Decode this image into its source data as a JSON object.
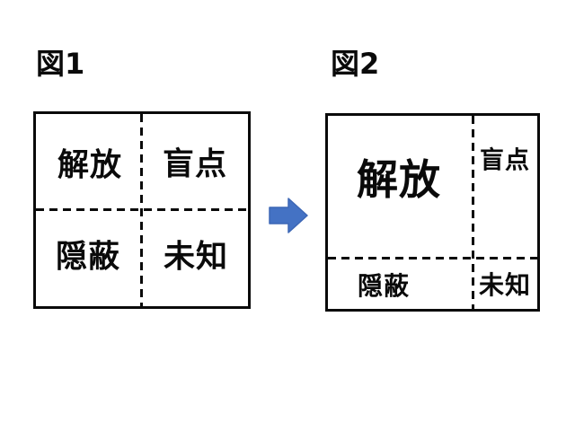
{
  "diagram": {
    "figure1": {
      "title": "図1",
      "quadrants": {
        "open": "解放",
        "blind": "盲点",
        "hidden": "隠蔽",
        "unknown": "未知"
      }
    },
    "figure2": {
      "title": "図2",
      "quadrants": {
        "open": "解放",
        "blind": "盲点",
        "hidden": "隠蔽",
        "unknown": "未知"
      }
    },
    "arrow": {
      "icon": "right-block-arrow-icon",
      "color": "#4472C4",
      "edge_color": "#3d67b5"
    },
    "colors": {
      "background": "#ffffff",
      "line": "#000000",
      "text": "#000000"
    }
  }
}
